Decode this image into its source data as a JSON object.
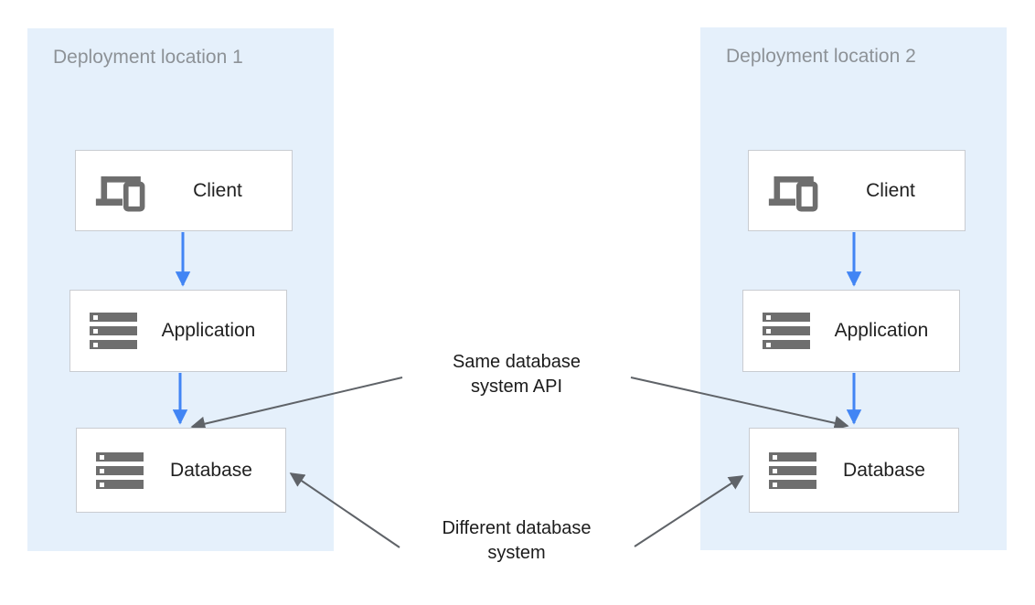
{
  "diagram": {
    "panels": [
      {
        "title": "Deployment location 1",
        "nodes": [
          {
            "label": "Client",
            "icon": "client-devices-icon"
          },
          {
            "label": "Application",
            "icon": "server-stack-icon"
          },
          {
            "label": "Database",
            "icon": "server-stack-icon"
          }
        ]
      },
      {
        "title": "Deployment location 2",
        "nodes": [
          {
            "label": "Client",
            "icon": "client-devices-icon"
          },
          {
            "label": "Application",
            "icon": "server-stack-icon"
          },
          {
            "label": "Database",
            "icon": "server-stack-icon"
          }
        ]
      }
    ],
    "annotations": [
      {
        "line1": "Same database",
        "line2": "system API",
        "points_to": "both database boxes (top)"
      },
      {
        "line1": "Different database",
        "line2": "system",
        "points_to": "both database boxes (side)"
      }
    ],
    "colors": {
      "panel_bg": "#e5f0fb",
      "flow_arrow": "#4285f4",
      "annotation_arrow": "#5f6368",
      "box_border": "#c9ccd1",
      "icon_gray": "#6e6e6e",
      "panel_title": "#8d9297",
      "node_text": "#212121",
      "annotation_text": "#1b1b1b"
    }
  }
}
